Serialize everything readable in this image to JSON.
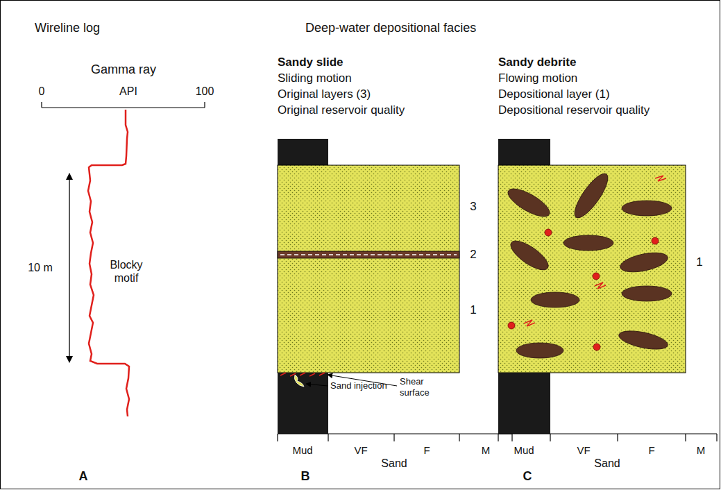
{
  "diagram": {
    "labels": [
      "Wireline log",
      "Deep-water depositional facies",
      "Gamma ray",
      "0",
      "API",
      "100",
      "Blocky motif",
      "10 m",
      "Sandy slide",
      "Sliding motion",
      "Original layers (3)",
      "Original reservoir quality",
      "3",
      "2",
      "1",
      "Sand injection",
      "Shear surface",
      "Mud",
      "VF",
      "F",
      "M",
      "Sand",
      "Sandy debrite",
      "Flowing motion",
      "Depositional layer (1)",
      "Depositional reservoir quality",
      "1",
      "Mud",
      "VF",
      "F",
      "M",
      "Sand",
      "A",
      "B",
      "C"
    ]
  }
}
